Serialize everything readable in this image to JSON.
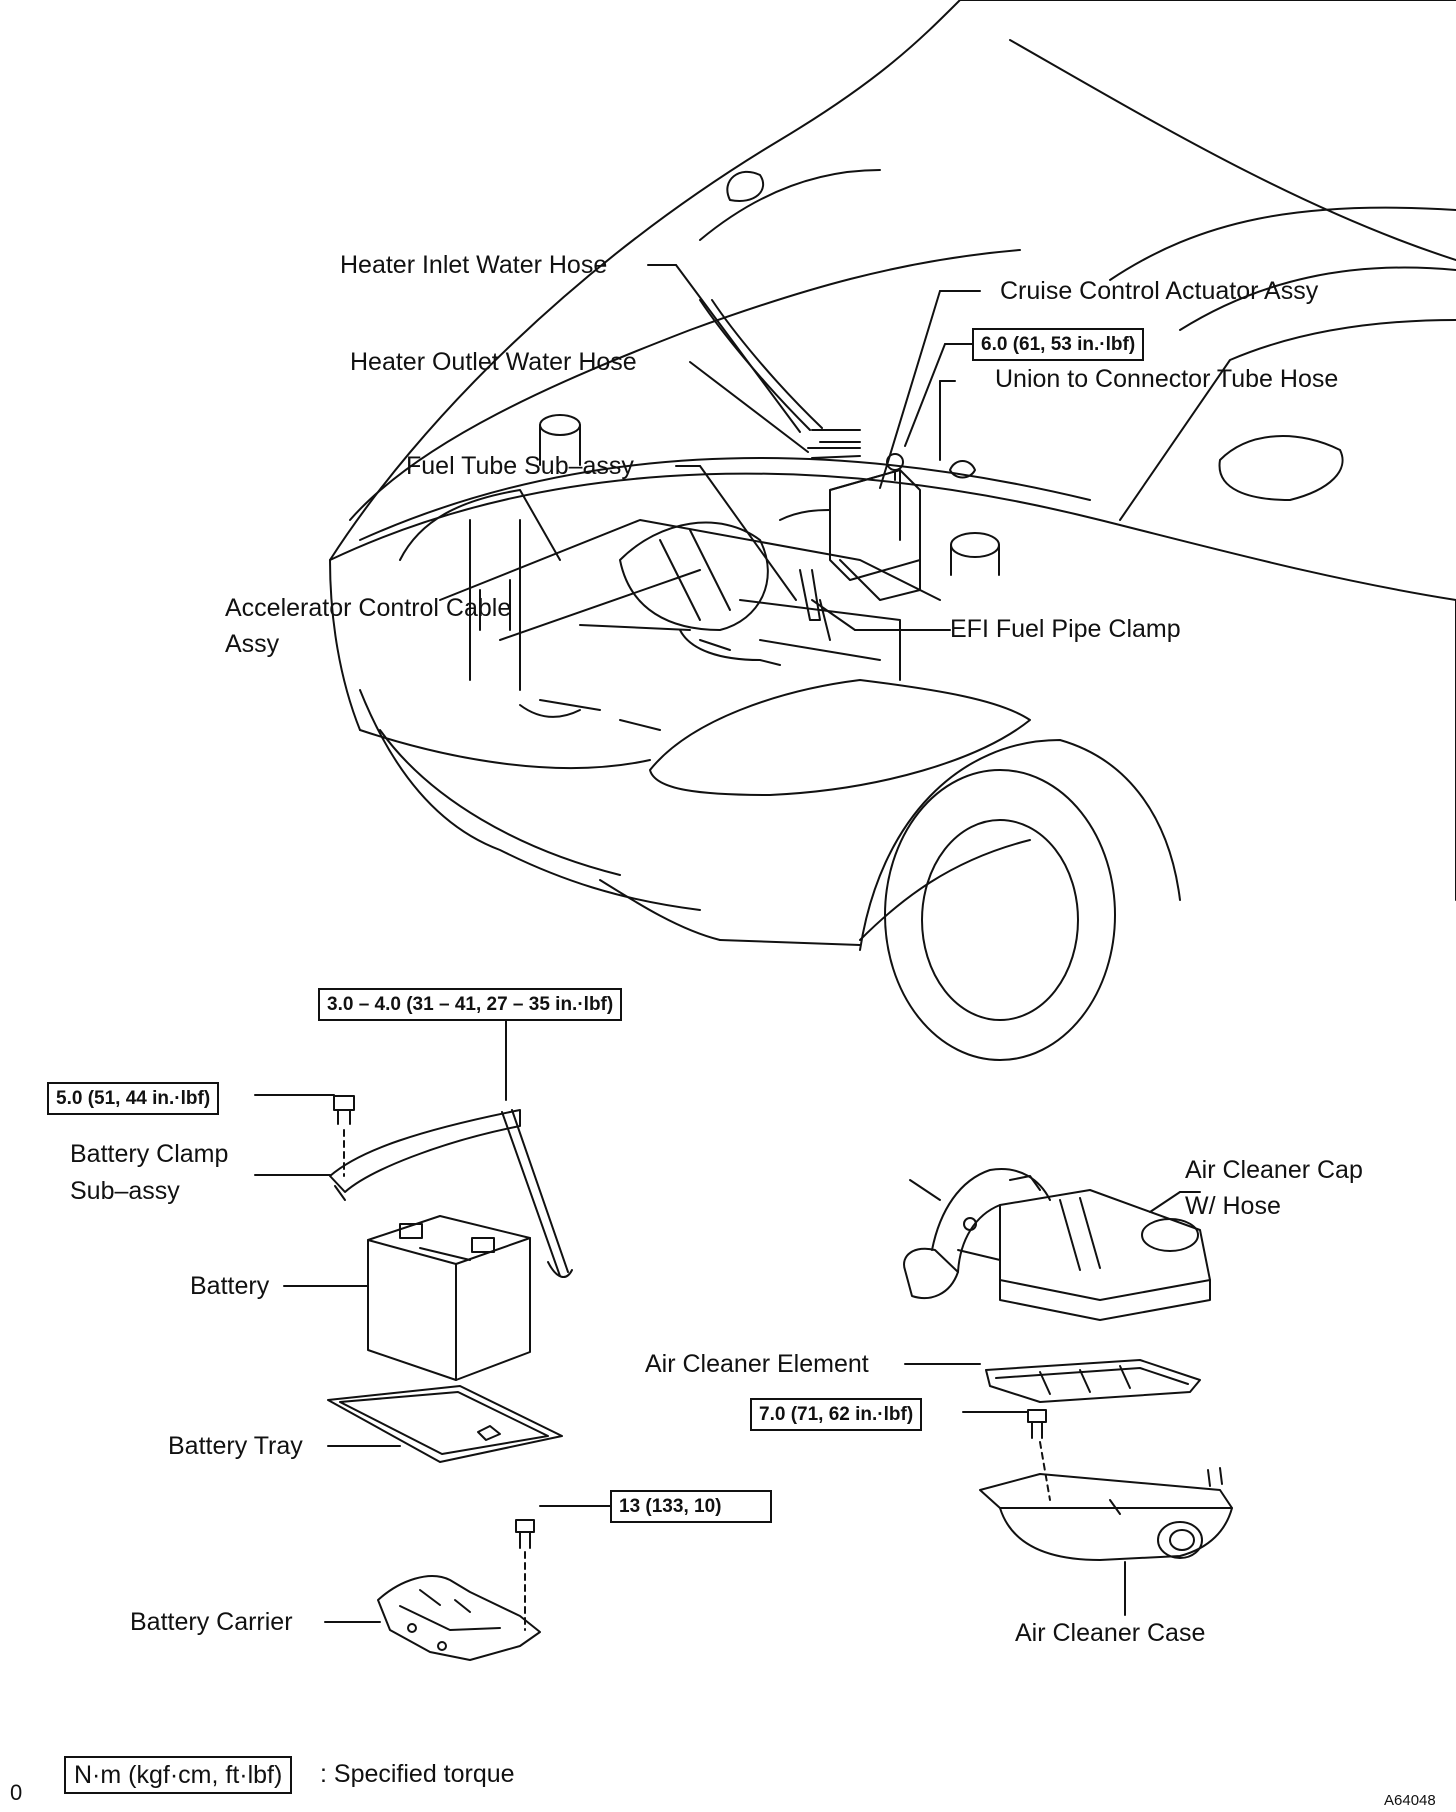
{
  "labels": {
    "heater_inlet_water_hose": "Heater Inlet Water Hose",
    "heater_outlet_water_hose": "Heater Outlet Water Hose",
    "fuel_tube_sub_assy": "Fuel Tube Sub–assy",
    "accelerator_control_cable_line1": "Accelerator Control Cable",
    "accelerator_control_cable_line2": "Assy",
    "cruise_control_actuator_assy": "Cruise Control Actuator Assy",
    "union_to_connector_tube_hose": "Union to Connector Tube Hose",
    "efi_fuel_pipe_clamp": "EFI Fuel Pipe Clamp",
    "battery_clamp_sub_assy_line1": "Battery Clamp",
    "battery_clamp_sub_assy_line2": "Sub–assy",
    "battery": "Battery",
    "battery_tray": "Battery Tray",
    "battery_carrier": "Battery Carrier",
    "air_cleaner_cap_line1": "Air Cleaner Cap",
    "air_cleaner_cap_line2": "W/ Hose",
    "air_cleaner_element": "Air Cleaner Element",
    "air_cleaner_case": "Air Cleaner Case"
  },
  "torques": {
    "cruise_actuator_bolt": "6.0 (61, 53 in.·lbf)",
    "battery_clamp_rod": "3.0 – 4.0 (31 – 41, 27 – 35 in.·lbf)",
    "battery_clamp_bolt": "5.0 (51, 44 in.·lbf)",
    "battery_carrier_bolt": "13 (133, 10)",
    "air_cleaner_case_bolt": "7.0 (71, 62 in.·lbf)"
  },
  "legend": {
    "box": "N·m (kgf·cm, ft·lbf)",
    "text": ": Specified torque",
    "corner_mark": "0"
  },
  "figure_code": "A64048"
}
